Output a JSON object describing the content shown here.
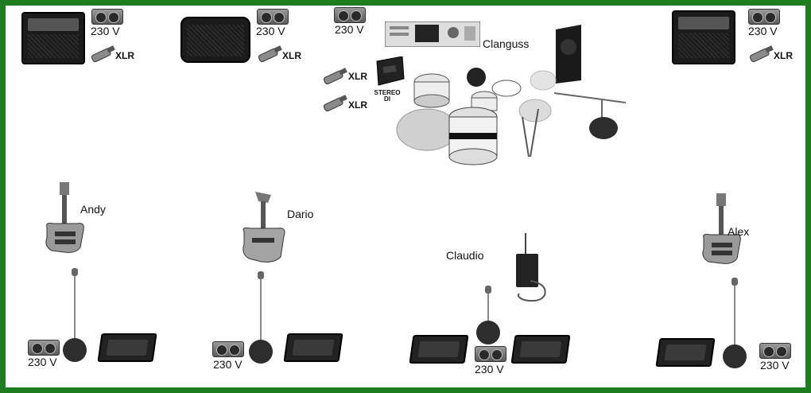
{
  "power_label": "230 V",
  "xlr_label": "XLR",
  "stereo_di": {
    "line1": "STEREO",
    "line2": "DI"
  },
  "musicians": {
    "drums": "Clanguss",
    "guitar_left": "Andy",
    "bass": "Dario",
    "vocals": "Claudio",
    "guitar_right": "Alex"
  },
  "colors": {
    "border": "#1e7d1e",
    "background": "#ffffff"
  },
  "icons": [
    "guitar-amp-icon",
    "bass-amp-icon",
    "power-outlet-icon",
    "xlr-connector-icon",
    "stereo-di-box-icon",
    "drum-kit-icon",
    "drum-module-icon",
    "guitar-icon",
    "bass-guitar-icon",
    "wireless-beltpack-icon",
    "mic-stand-icon",
    "stage-monitor-icon",
    "speaker-cabinet-icon"
  ]
}
